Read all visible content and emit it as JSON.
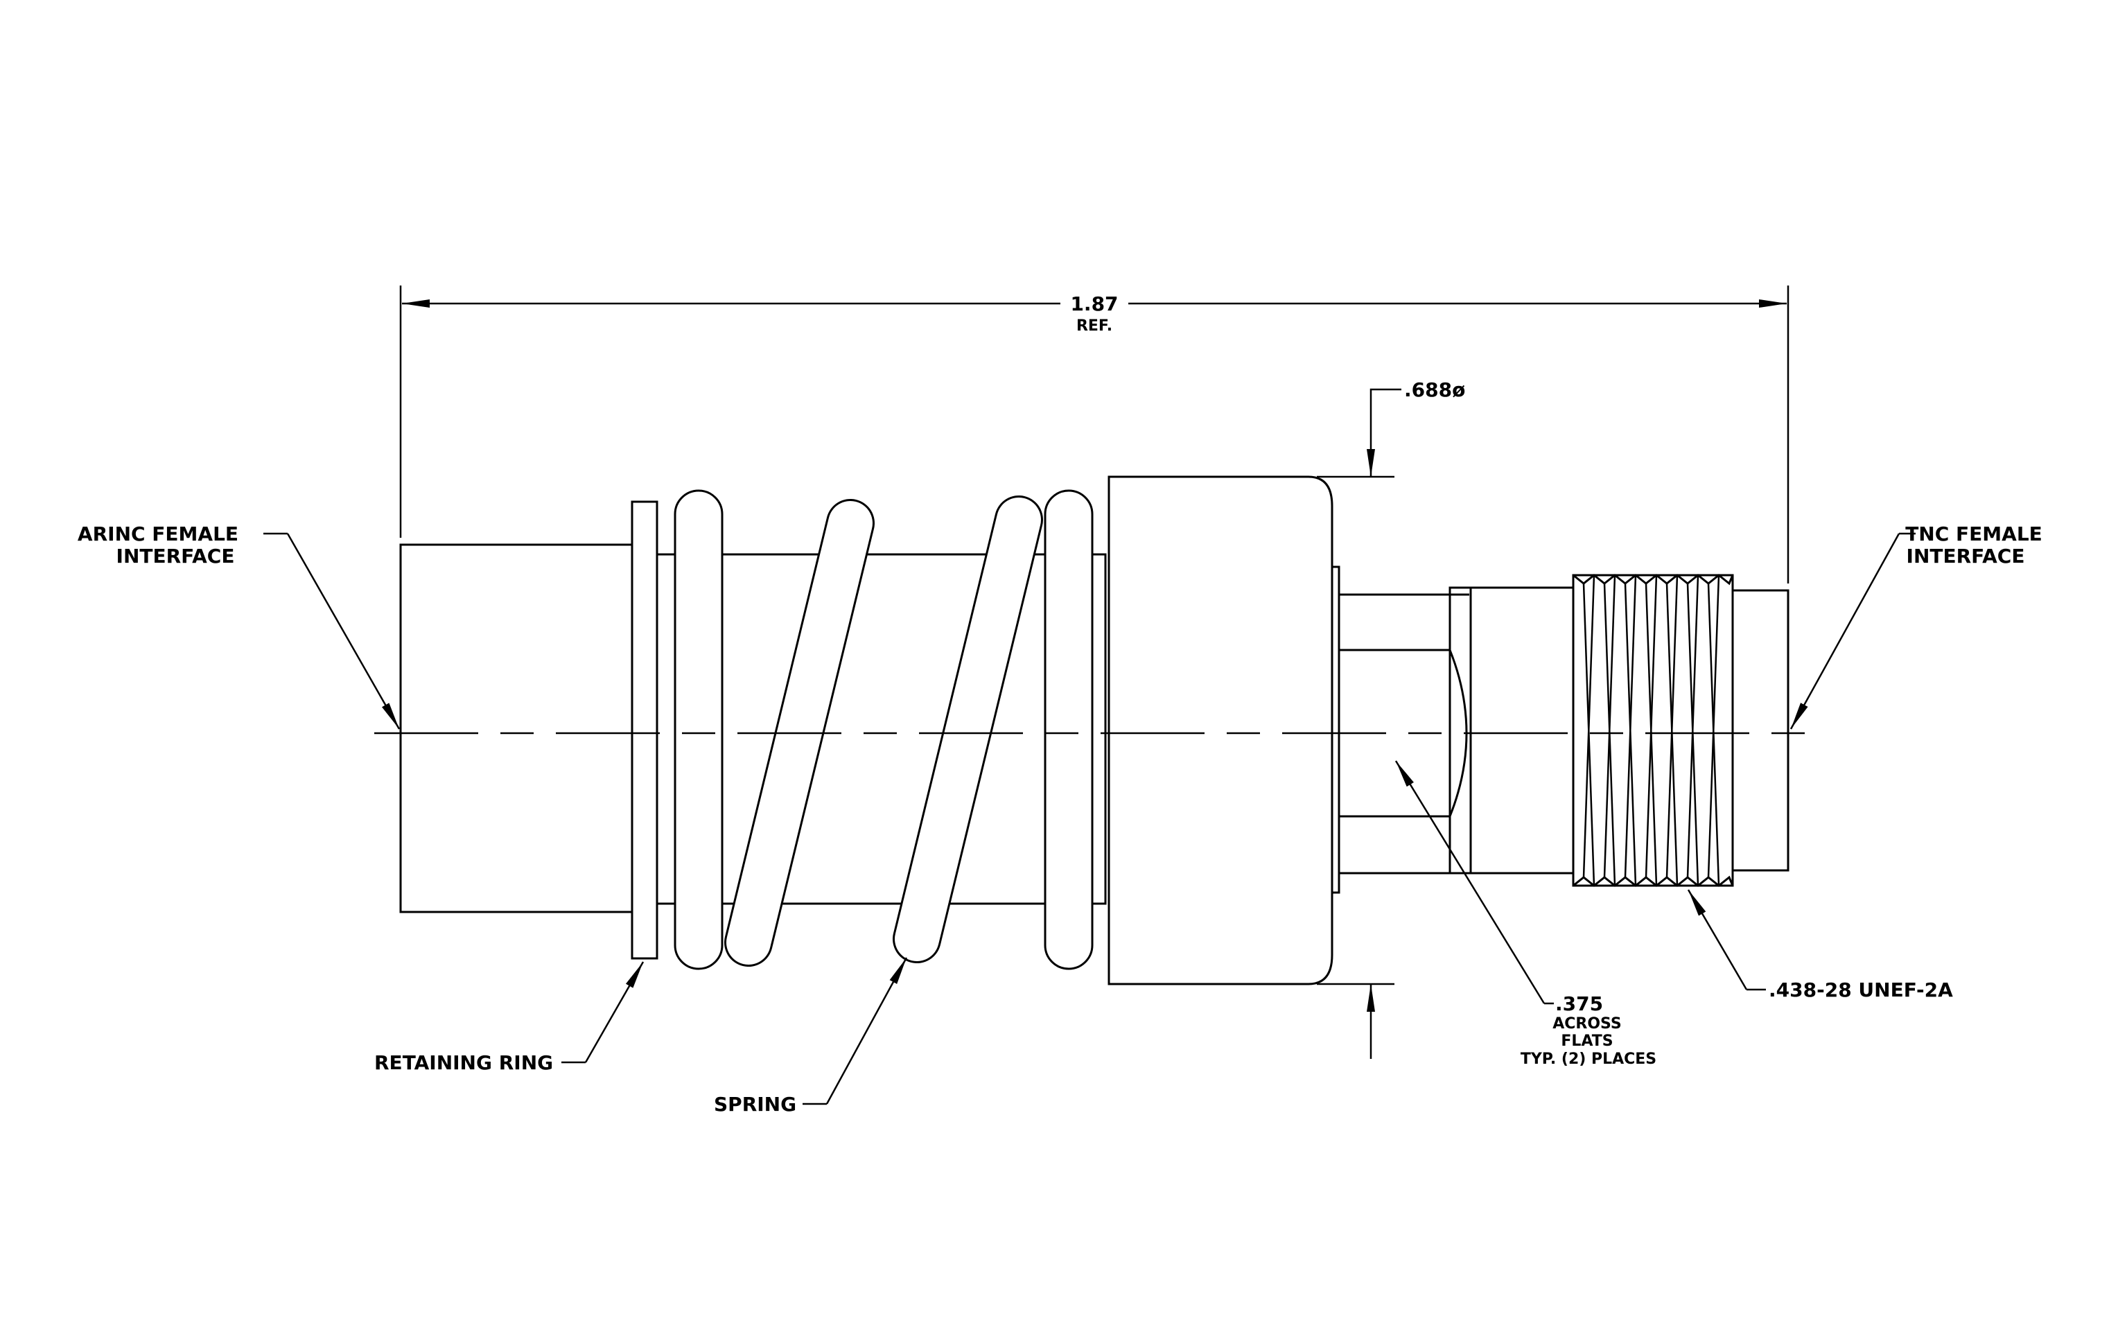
{
  "labels": {
    "overall_dim": "1.87",
    "overall_ref": "REF.",
    "diameter": ".688ø",
    "arinc_line1": "ARINC FEMALE",
    "arinc_line2": "INTERFACE",
    "tnc_line1": "TNC FEMALE",
    "tnc_line2": "INTERFACE",
    "retaining_ring": "RETAINING RING",
    "spring": "SPRING",
    "flats_line1": ".375",
    "flats_line2": "ACROSS",
    "flats_line3": "FLATS",
    "flats_line4": "TYP. (2) PLACES",
    "thread": ".438-28 UNEF-2A"
  }
}
